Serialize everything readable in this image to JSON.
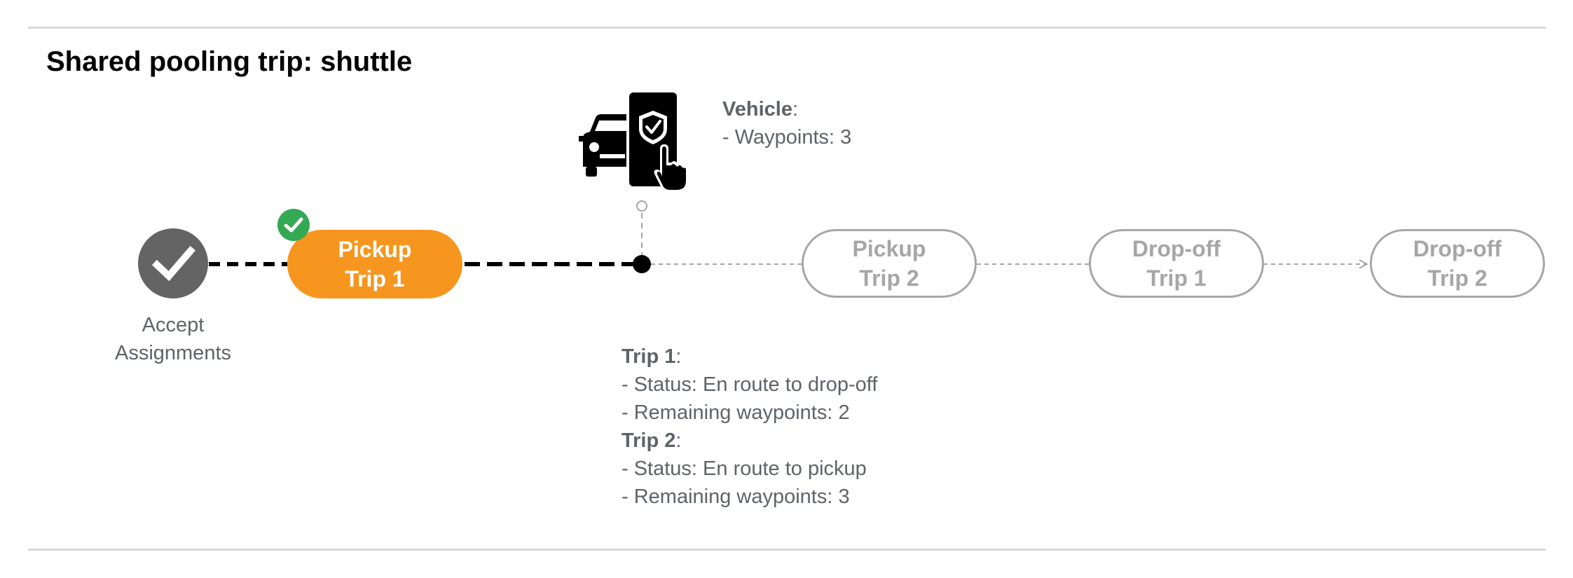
{
  "title": "Shared pooling trip: shuttle",
  "accept": {
    "label_line1": "Accept",
    "label_line2": "Assignments",
    "icon": "check-icon"
  },
  "nodes": [
    {
      "line1": "Pickup",
      "line2": "Trip 1",
      "state": "active",
      "completed": true
    },
    {
      "line1": "Pickup",
      "line2": "Trip 2",
      "state": "pending"
    },
    {
      "line1": "Drop-off",
      "line2": "Trip 1",
      "state": "pending"
    },
    {
      "line1": "Drop-off",
      "line2": "Trip 2",
      "state": "pending"
    }
  ],
  "vehicle": {
    "icon": "vehicle-app-icon",
    "heading": "Vehicle",
    "waypoints": "- Waypoints: 3"
  },
  "trip1": {
    "heading": "Trip 1",
    "status": "- Status:  En route to drop-off",
    "remaining": "- Remaining waypoints: 2"
  },
  "trip2": {
    "heading": "Trip 2",
    "status": "- Status:  En route to pickup",
    "remaining": "- Remaining waypoints: 3"
  },
  "colors": {
    "active": "#f6961e",
    "completed_badge": "#34a853",
    "accept_circle": "#646464",
    "pending": "#a6a6a6"
  }
}
